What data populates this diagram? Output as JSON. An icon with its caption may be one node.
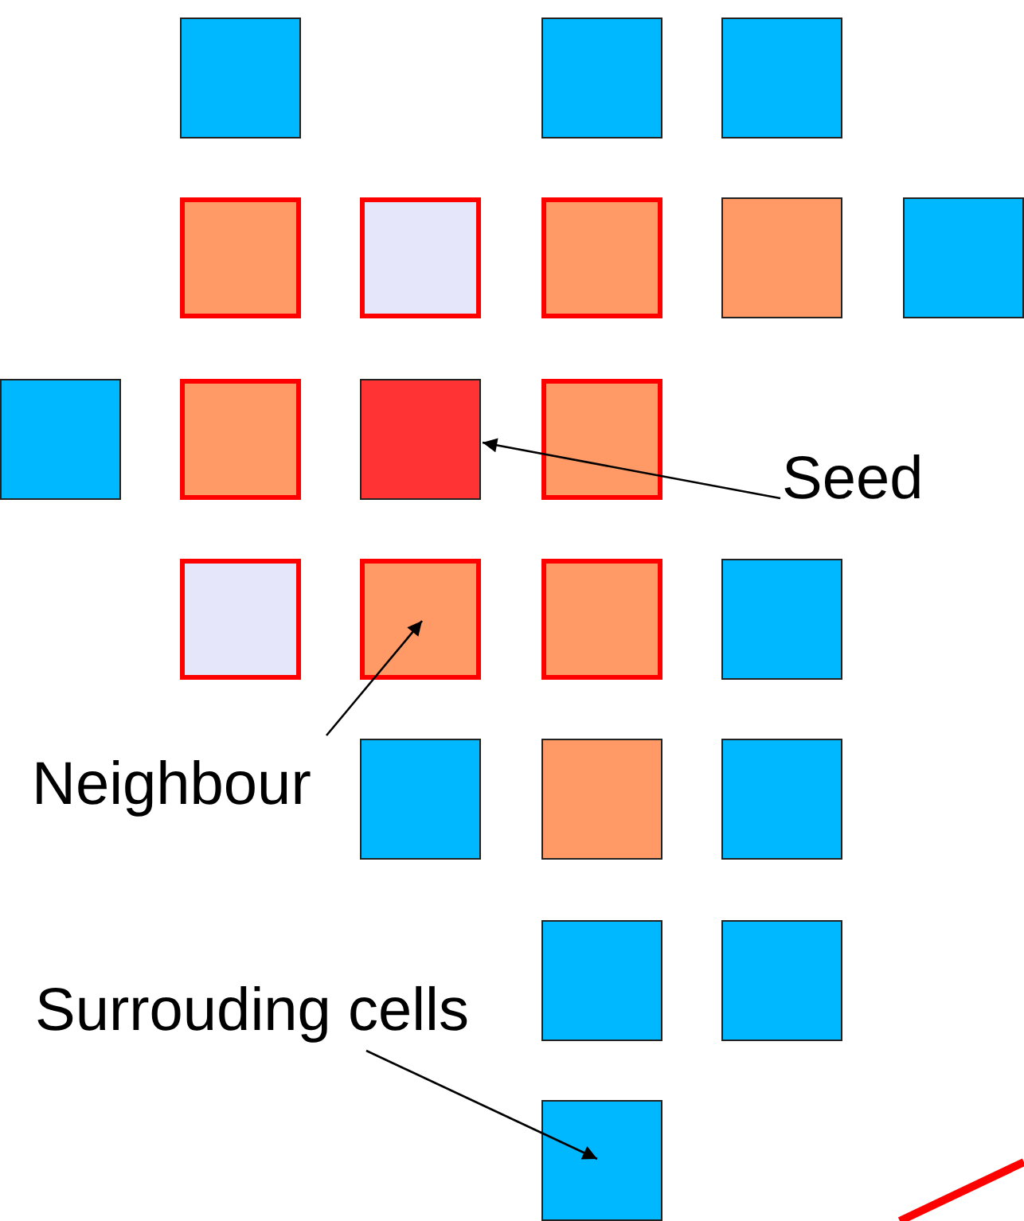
{
  "diagram": {
    "nodes": [
      {
        "text": [],
        "shape": "box"
      },
      {
        "text": [],
        "shape": "box"
      },
      {
        "text": [],
        "shape": "box"
      },
      {
        "text": [],
        "shape": "box"
      },
      {
        "text": [],
        "shape": "box"
      },
      {
        "text": [],
        "shape": "box"
      },
      {
        "text": [],
        "shape": "box"
      },
      {
        "text": [],
        "shape": "box"
      },
      {
        "text": [],
        "shape": "box"
      },
      {
        "text": [],
        "shape": "box"
      },
      {
        "text": [],
        "shape": "box"
      },
      {
        "text": [],
        "shape": "box"
      },
      {
        "text": [],
        "shape": "box"
      },
      {
        "text": [],
        "shape": "box"
      },
      {
        "text": [],
        "shape": "box"
      },
      {
        "text": [],
        "shape": "box"
      },
      {
        "text": [],
        "shape": "box"
      },
      {
        "text": [],
        "shape": "box"
      },
      {
        "text": [],
        "shape": "box"
      },
      {
        "text": [],
        "shape": "box"
      },
      {
        "text": [],
        "shape": "box"
      },
      {
        "text": [],
        "shape": "box"
      },
      {
        "text": [
          "Seed"
        ]
      },
      {
        "text": [
          "Neighbour"
        ]
      },
      {
        "text": [
          "Surrouding cells"
        ]
      }
    ],
    "edges": [
      {
        "from": 22,
        "to": 10,
        "arrow": "to"
      },
      {
        "from": 23,
        "to": 13,
        "arrow": "to"
      },
      {
        "from": 24,
        "to": 21,
        "arrow": "to"
      }
    ]
  }
}
